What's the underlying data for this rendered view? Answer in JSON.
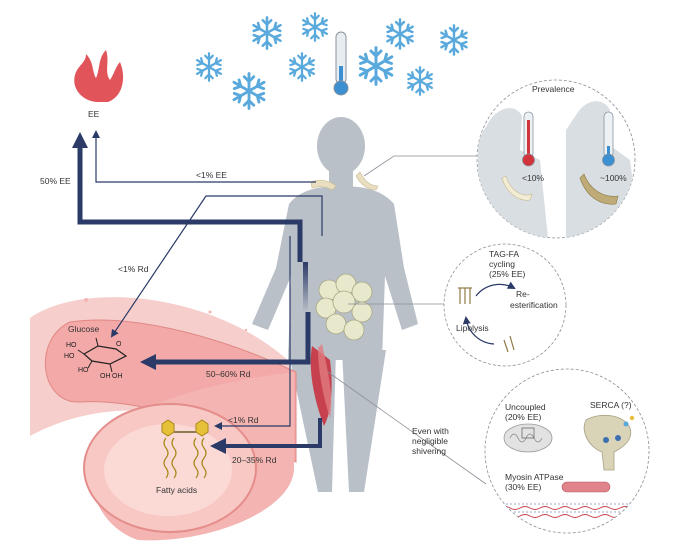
{
  "labels": {
    "ee_top": "EE",
    "ee_50": "50% EE",
    "ee_lt1": "<1% EE",
    "rd_lt1_upper": "<1% Rd",
    "rd_50_60": "50–60% Rd",
    "rd_lt1_lower": "<1% Rd",
    "rd_20_35": "20–35% Rd",
    "glucose": "Glucose",
    "fatty_acids": "Fatty acids",
    "shiver_line1": "Even with",
    "shiver_line2": "negligible",
    "shiver_line3": "shivering"
  },
  "glucose_atoms": {
    "ho": "HO",
    "o": "O",
    "oh": "OH"
  },
  "prevalence": {
    "title": "Prevalence",
    "low": "<10%",
    "high": "~100%"
  },
  "tagfa": {
    "title_line1": "TAG-FA",
    "title_line2": "cycling",
    "title_line3": "(25% EE)",
    "reesterification_line1": "Re-",
    "reesterification_line2": "esterification",
    "lipolysis": "Lipolysis"
  },
  "muscle_panel": {
    "uncoupled_line1": "Uncoupled",
    "uncoupled_line2": "(20% EE)",
    "serca": "SERCA (?)",
    "myosin_line1": "Myosin ATPase",
    "myosin_line2": "(30% EE)"
  },
  "colors": {
    "arrow_navy": "#2b3a67",
    "body_grey": "#b9c0c8",
    "flame": "#e1555a",
    "snowflake": "#5aa9dc",
    "vessel": "#f3b4b2",
    "bat": "#e9dfc0",
    "muscle": "#c6414d"
  }
}
